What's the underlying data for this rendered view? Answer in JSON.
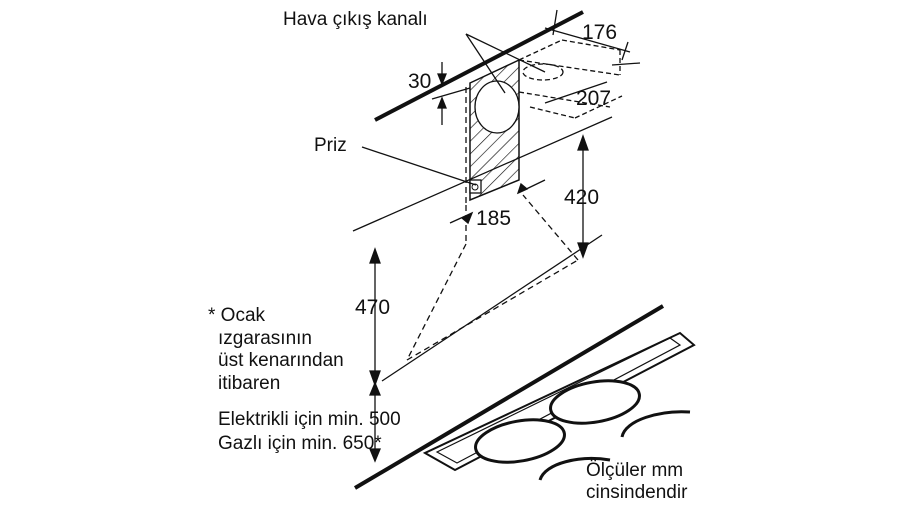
{
  "labels": {
    "air_outlet": "Hava çıkış kanalı",
    "socket": "Priz",
    "footnote_line1": "* Ocak",
    "footnote_line2": "ızgarasının",
    "footnote_line3": "üst kenarından",
    "footnote_line4": "itibaren",
    "electric_min": "Elektrikli için min. 500",
    "gas_min": "Gazlı için min. 650*",
    "units_line1": "Ölçüler mm",
    "units_line2": "cinsindendir"
  },
  "dimensions": {
    "duct_width": "176",
    "duct_depth": "207",
    "ceiling_gap": "30",
    "socket_height": "420",
    "socket_offset": "185",
    "chimney_height": "470"
  },
  "colors": {
    "line": "#111111",
    "background": "#ffffff"
  }
}
